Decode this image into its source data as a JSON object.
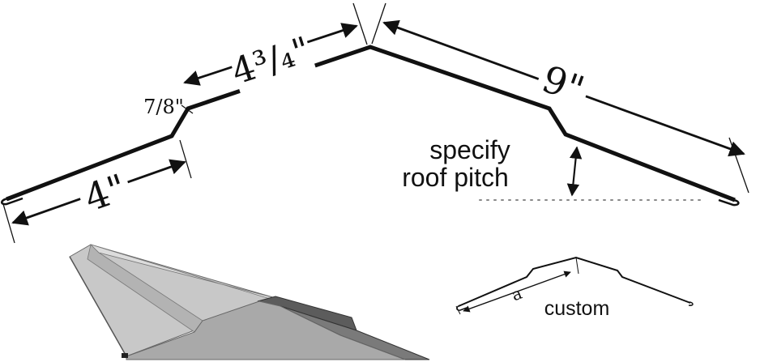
{
  "dimensions": {
    "hem_length": "4\"",
    "rise_height": "7/8\"",
    "upper_leg": "4³/₄\"",
    "long_leg": "9\""
  },
  "labels": {
    "pitch_line1": "specify",
    "pitch_line2": "roof pitch",
    "custom": "custom",
    "custom_dim": "a"
  },
  "colors": {
    "line": "#111111",
    "panel_light": "#c8c8c8",
    "panel_mid": "#a9a9a9",
    "panel_dark": "#5c5c5c",
    "dotted": "#888888"
  }
}
